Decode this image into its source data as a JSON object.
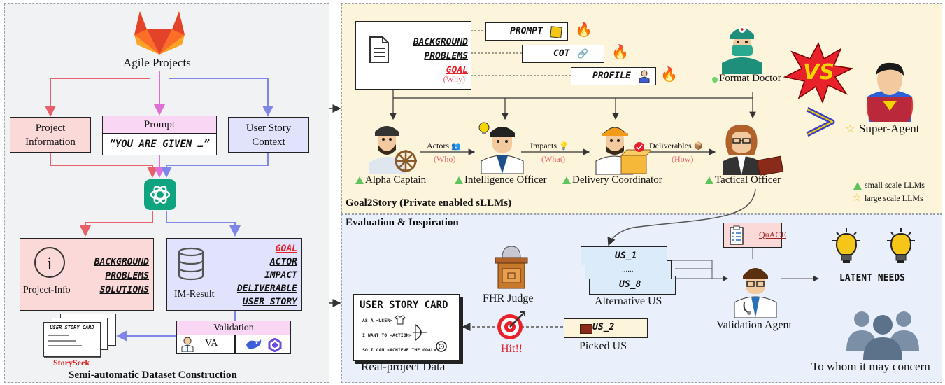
{
  "left": {
    "agile_projects": "Agile Projects",
    "project_information": [
      "Project",
      "Information"
    ],
    "prompt_title": "Prompt",
    "prompt_text": "“YOU ARE GIVEN …”",
    "user_story_context": [
      "User Story",
      "Context"
    ],
    "project_info_label": "Project-Info",
    "project_info_items": [
      "BACKGROUND",
      "PROBLEMS",
      "SOLUTIONS"
    ],
    "im_result_label": "IM-Result",
    "im_result_items": [
      "GOAL",
      "ACTOR",
      "IMPACT",
      "DELIVERABLE",
      "USER STORY"
    ],
    "validation": "Validation",
    "va": "VA",
    "story_card_title": "USER STORY CARD",
    "storyseek": "StorySeek",
    "caption": "Semi-automatic Dataset Construction"
  },
  "goal2story": {
    "doc_items": [
      "BACKGROUND",
      "PROBLEMS",
      "GOAL"
    ],
    "why": "(Why)",
    "prompt": "PROMPT",
    "cot": "COT",
    "profile": "PROFILE",
    "format_doctor": "Format Doctor",
    "super_agent": "Super-Agent",
    "vs": "VS",
    "actors": "Actors",
    "who": "(Who)",
    "impacts": "Impacts",
    "what": "(What)",
    "deliverables": "Deliverables",
    "how": "(How)",
    "alpha_captain": "Alpha Captain",
    "intelligence_officer": "Intelligence Officer",
    "delivery_coordinator": "Delivery Coordinator",
    "tactical_officer": "Tactical Officer",
    "legend_small": "small scale LLMs",
    "legend_large": "large scale LLMs",
    "caption": "Goal2Story (Private enabled sLLMs)"
  },
  "evaluation": {
    "title": "Evaluation & Inspiration",
    "quace": "QuACE",
    "latent_needs": "LATENT NEEDS",
    "us_1": "US_1",
    "us_dots": "......",
    "us_8": "US_8",
    "alternative_us": "Alternative US",
    "fhr_judge": "FHR Judge",
    "validation_agent": "Validation Agent",
    "us_2": "US_2",
    "picked_us": "Picked US",
    "hit": "Hit!!",
    "card_title": "USER STORY CARD",
    "card_lines": [
      "AS A <USER>",
      "I WANT TO <ACTION>",
      "SO I CAN <ACHIEVE THE GOAL>"
    ],
    "real_project": "Real-project Data",
    "to_whom": "To whom it may concern"
  },
  "colors": {
    "red": "#e8606a",
    "pink": "#e070d8",
    "blue": "#7f86e8",
    "left_bg": "#f1f2f4",
    "goal_bg": "#fdf4dc",
    "eval_bg": "#e9f0fb",
    "pink_fill": "#fbd9d9",
    "lav_fill": "#e1e2fb",
    "us_fill": "#dcebfa",
    "goal_red": "#e8212b"
  }
}
